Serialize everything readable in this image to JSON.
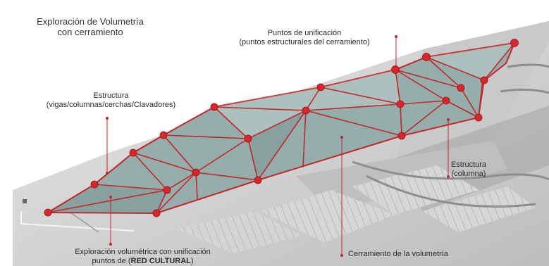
{
  "title": {
    "line1": "Exploración de Volumetría",
    "line2": "con cerramiento"
  },
  "labels": {
    "unificacion_line1": "Puntos de unificación",
    "unificacion_line2": "(puntos estructurales del cerramiento)",
    "estructura_line1": "Estructura",
    "estructura_line2": "(vigas/columnas/cerchas/Clavadores)",
    "columna_line1": "Estructura",
    "columna_line2": "(columna)",
    "exploracion_line1": "Exploración volumétrica con unificación",
    "exploracion_line2_prefix": "puntos de (",
    "exploracion_line2_bold": "RED CULTURAL",
    "exploracion_line2_suffix": ")",
    "cerramiento": "Cerramiento de la volumetría"
  },
  "colors": {
    "structure_red": "#c0272d",
    "node_red": "#d8262c",
    "panel_fill": "#95aeab",
    "ground": "#cfcfcf"
  }
}
